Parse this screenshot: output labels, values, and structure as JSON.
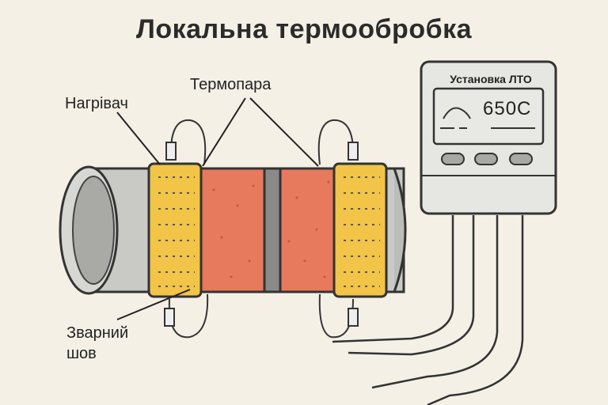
{
  "title": "Локальна термообробка",
  "labels": {
    "heater": "Нагрівач",
    "thermocouple": "Термопара",
    "weld_line1": "Зварний",
    "weld_line2": "шов"
  },
  "control_unit": {
    "title": "Установка ЛТО",
    "temperature": "650С",
    "buttons": 3
  },
  "colors": {
    "background": "#f5f0e6",
    "pipe": "#c8c8c4",
    "heater": "#f2c447",
    "heated_zone": "#e7795c",
    "weld": "#8a8a88",
    "display": "#e8e9e4",
    "unit_body": "#e6e6e2"
  }
}
